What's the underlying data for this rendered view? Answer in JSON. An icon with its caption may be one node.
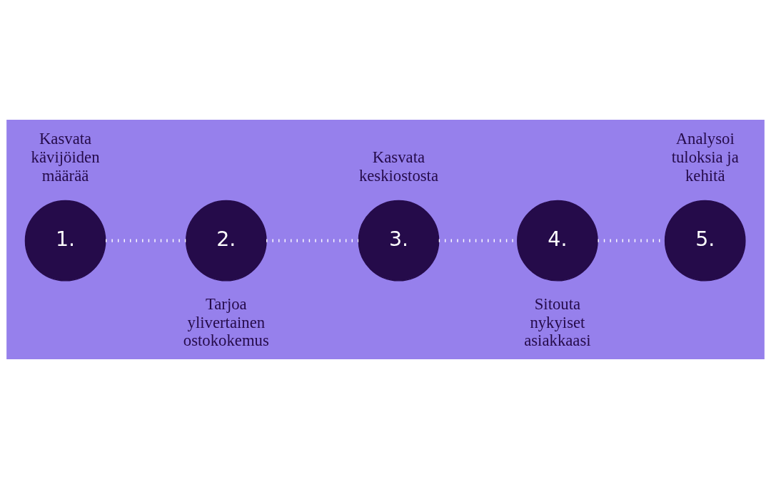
{
  "diagram": {
    "nodes": [
      {
        "text": [
          "1."
        ],
        "beside": [
          "Kasvata kävijöiden määrää"
        ]
      },
      {
        "text": [
          "2."
        ],
        "beside": [
          "Tarjoa ylivertainen ostokokemus"
        ]
      },
      {
        "text": [
          "3."
        ],
        "beside": [
          "Kasvata keskiostosta"
        ]
      },
      {
        "text": [
          "4."
        ],
        "beside": [
          "Sitouta nykyiset asiakkaasi"
        ]
      },
      {
        "text": [
          "5."
        ],
        "beside": [
          "Analysoi tuloksia ja kehitä"
        ]
      }
    ],
    "edges": [
      {
        "from": 0,
        "to": 1,
        "arrow": "none"
      },
      {
        "from": 1,
        "to": 2,
        "arrow": "none"
      },
      {
        "from": 2,
        "to": 3,
        "arrow": "none"
      },
      {
        "from": 3,
        "to": 4,
        "arrow": "none"
      }
    ]
  }
}
